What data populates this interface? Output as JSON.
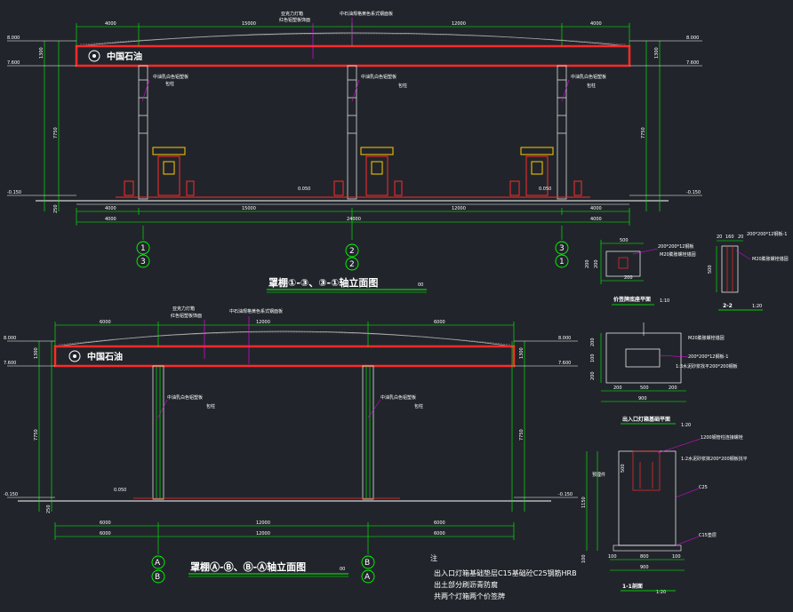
{
  "top_elevation": {
    "title": "罩棚①-③、③-①轴立面图",
    "title_suffix": "00",
    "logo_text": "中国石油",
    "note_light": "亚克力灯箱",
    "note_light2": "红色铝塑板饰面",
    "note_top": "中石油规格黄色系式钢面板",
    "note_col": "中油乳白色铝塑板",
    "note_col2": "包柱",
    "dims_top": [
      "4000",
      "15000",
      "12000",
      "4000"
    ],
    "dims_bot1": [
      "4000",
      "15000",
      "12000",
      "4000"
    ],
    "dims_bot2": [
      "4000",
      "24000",
      "4000"
    ],
    "levels_left": [
      "8.000",
      "7.600",
      "-0.150"
    ],
    "levels_right": [
      "8.000",
      "7.600",
      "-0.150"
    ],
    "vdims": [
      "1300",
      "7750",
      "250"
    ],
    "axis_top": [
      "1",
      "2",
      "3"
    ],
    "axis_bot": [
      "3",
      "2",
      "1"
    ],
    "small_level": "0.050"
  },
  "bottom_elevation": {
    "title": "罩棚Ⓐ-Ⓑ、Ⓑ-Ⓐ轴立面图",
    "title_suffix": "00",
    "logo_text": "中国石油",
    "note_light": "亚克力灯箱",
    "note_light2": "红色铝塑板饰面",
    "note_top": "中石油规格黄色系式钢面板",
    "note_col": "中油乳白色铝塑板",
    "note_col2": "包柱",
    "dims_top": [
      "6000",
      "12000",
      "6000"
    ],
    "dims_bot1": [
      "6000",
      "12000",
      "6000"
    ],
    "dims_bot2": [
      "6000",
      "12000",
      "6000"
    ],
    "levels_left": [
      "8.000",
      "7.600",
      "-0.150"
    ],
    "levels_right": [
      "8.000",
      "7.600",
      "-0.150"
    ],
    "vdims": [
      "1300",
      "7750",
      "250"
    ],
    "axis_top": [
      "A",
      "B"
    ],
    "axis_bot": [
      "B",
      "A"
    ],
    "small_level": "0.050"
  },
  "detail_sign_plan": {
    "title": "价签牌底座平面",
    "scale": "1:10",
    "note1": "200*200*12钢板",
    "note2": "M20膨胀螺栓锚固",
    "dims": [
      "500",
      "200",
      "200",
      "200"
    ]
  },
  "detail_22": {
    "title": "2-2",
    "scale": "1:20",
    "note1": "200*200*12钢板-1",
    "note2": "M20膨胀螺栓锚固",
    "dims": [
      "20",
      "160",
      "20",
      "500"
    ]
  },
  "detail_light_plan": {
    "title": "出入口灯箱基础平面",
    "scale": "1:20",
    "note1": "M20膨胀螺栓锚固",
    "note2": "200*200*12钢板-1",
    "note3": "1:3水泥砂浆找平200*200钢板",
    "dims_h": [
      "200",
      "500",
      "200"
    ],
    "dims_v": [
      "200",
      "100",
      "200"
    ],
    "dims_total": "900"
  },
  "detail_11": {
    "title": "1-1剖面",
    "scale": "1:20",
    "note1": "1200钢管柱连接螺栓",
    "note2": "1:2水泥砂浆抹200*200钢板找平",
    "note3": "C25",
    "note4": "C15垫层",
    "dims_h": [
      "100",
      "800",
      "100"
    ],
    "dims_total": "900",
    "dims_v": [
      "500",
      "1150",
      "100"
    ],
    "side_lbl": "预埋件"
  },
  "remarks": {
    "head": "注",
    "line1": "出入口灯箱基础垫层C15基础砼C25钢筋HRB",
    "line2": "出土部分刷沥青防腐",
    "line3": "共两个灯箱两个价签牌"
  }
}
